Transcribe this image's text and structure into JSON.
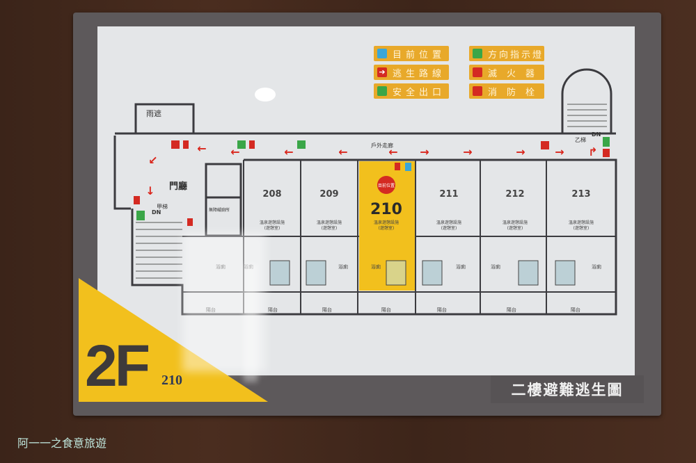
{
  "sign": {
    "floor_label": "2F",
    "room_number_small": "210",
    "title": "二樓避難逃生圖"
  },
  "legend": [
    {
      "icon": "person-icon",
      "label": "目前位置",
      "color": "#3aa6d8"
    },
    {
      "icon": "arrow-right-icon",
      "label": "逃生路線",
      "color": "#d42a22"
    },
    {
      "icon": "exit-icon",
      "label": "安全出口",
      "color": "#3aa648"
    },
    {
      "icon": "direction-light-icon",
      "label": "方向指示燈",
      "color": "#3aa648"
    },
    {
      "icon": "fire-extinguisher-icon",
      "label": "滅火器",
      "color": "#d42a22"
    },
    {
      "icon": "fire-hydrant-icon",
      "label": "消防栓",
      "color": "#d42a22"
    }
  ],
  "plan": {
    "rain_shelter": "雨遮",
    "lobby": "門廳",
    "corridor": "戶外走廊",
    "stair_a": "甲梯",
    "stair_b": "乙梯",
    "down": "DN",
    "accessible_toilet": "無障礙廁所",
    "you_are_here": "目前位置",
    "rooms": [
      {
        "number": "208",
        "desc": "溫泉遊憩設施",
        "sub": "(遊憩室)"
      },
      {
        "number": "209",
        "desc": "溫泉遊憩設施",
        "sub": "(遊憩室)"
      },
      {
        "number": "210",
        "desc": "溫泉遊憩設施",
        "sub": "(遊憩室)",
        "current": true
      },
      {
        "number": "211",
        "desc": "溫泉遊憩設施",
        "sub": "(遊憩室)"
      },
      {
        "number": "212",
        "desc": "溫泉遊憩設施",
        "sub": "(遊憩室)"
      },
      {
        "number": "213",
        "desc": "溫泉遊憩設施",
        "sub": "(遊憩室)"
      }
    ],
    "bath": "浴廁",
    "balcony": "陽台"
  },
  "colors": {
    "highlight": "#f2c01d",
    "route": "#d9261c",
    "exit": "#3aa648"
  },
  "watermark": "阿一一之食意旅遊"
}
